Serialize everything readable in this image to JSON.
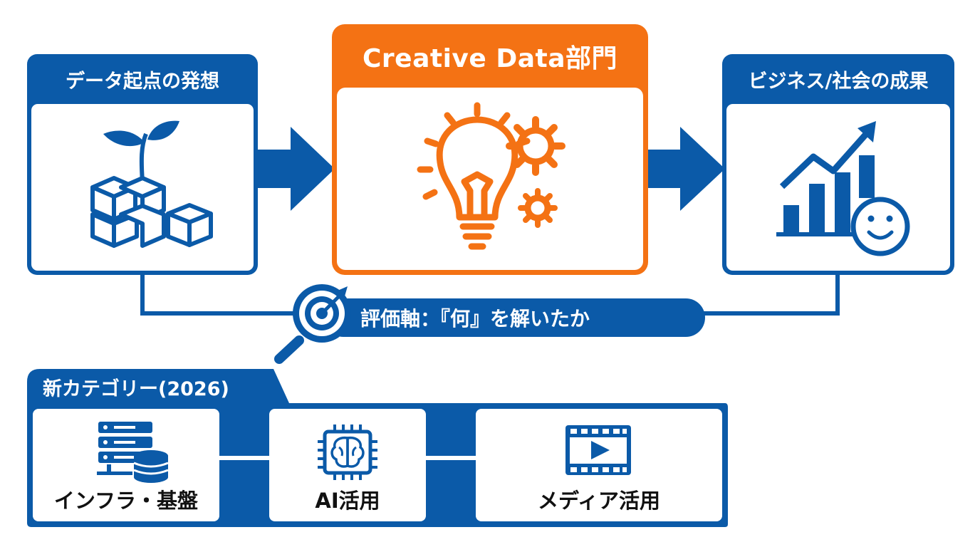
{
  "colors": {
    "blue": "#0b5aa8",
    "orange": "#f47214",
    "white": "#ffffff",
    "text_dark": "#111111"
  },
  "flow": {
    "source": {
      "title": "データ起点の発想",
      "icon": "plant-sprouting-from-cubes-icon"
    },
    "center": {
      "title": "Creative Data部門",
      "icon": "lightbulb-with-gears-icon"
    },
    "result": {
      "title": "ビジネス/社会の成果",
      "icon": "growth-chart-with-smiley-icon"
    },
    "arrows": [
      "right-arrow-icon",
      "right-arrow-icon"
    ]
  },
  "evaluation": {
    "label": "評価軸：『何』を解いたか",
    "icon": "target-magnifier-icon"
  },
  "categories": {
    "title": "新カテゴリー(2026)",
    "items": [
      {
        "label": "インフラ・基盤",
        "icon": "server-database-icon"
      },
      {
        "label": "AI活用",
        "icon": "ai-brain-chip-icon"
      },
      {
        "label": "メディア活用",
        "icon": "video-film-icon"
      }
    ]
  }
}
